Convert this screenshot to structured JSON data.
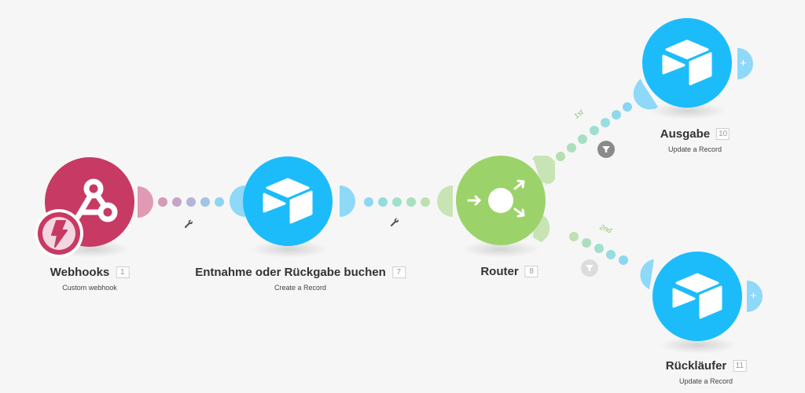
{
  "scenario": {
    "modules": [
      {
        "id": 1,
        "title": "Webhooks",
        "subtitle": "Custom webhook",
        "badge": "1",
        "app": "webhooks",
        "color": "#c73a64",
        "icon": "webhook-icon"
      },
      {
        "id": 7,
        "title": "Entnahme oder Rückgabe buchen",
        "subtitle": "Create a Record",
        "badge": "7",
        "app": "airtable",
        "color": "#1cbcfb",
        "icon": "airtable-icon"
      },
      {
        "id": 8,
        "title": "Router",
        "subtitle": "",
        "badge": "8",
        "app": "router",
        "color": "#9bd36a",
        "icon": "router-icon"
      },
      {
        "id": 10,
        "title": "Ausgabe",
        "subtitle": "Update a Record",
        "badge": "10",
        "app": "airtable",
        "color": "#1cbcfb",
        "icon": "airtable-icon"
      },
      {
        "id": 11,
        "title": "Rückläufer",
        "subtitle": "Update a Record",
        "badge": "11",
        "app": "airtable",
        "color": "#1cbcfb",
        "icon": "airtable-icon"
      }
    ],
    "routes": [
      {
        "label": "1st",
        "target": "Ausgabe"
      },
      {
        "label": "2nd",
        "target": "Rückläufer"
      }
    ],
    "icons": {
      "trigger": "lightning-icon",
      "link_settings": "wrench-icon",
      "filter": "filter-icon",
      "add_module": "plus-icon"
    },
    "colors": {
      "background": "#f6f6f6",
      "webhook": "#c73a64",
      "airtable": "#1cbcfb",
      "router": "#9bd36a",
      "filter_active": "#8a8a8a",
      "filter_inactive": "#dcdcdc",
      "route_label": "#8cc060"
    },
    "plus_symbol": "+"
  }
}
